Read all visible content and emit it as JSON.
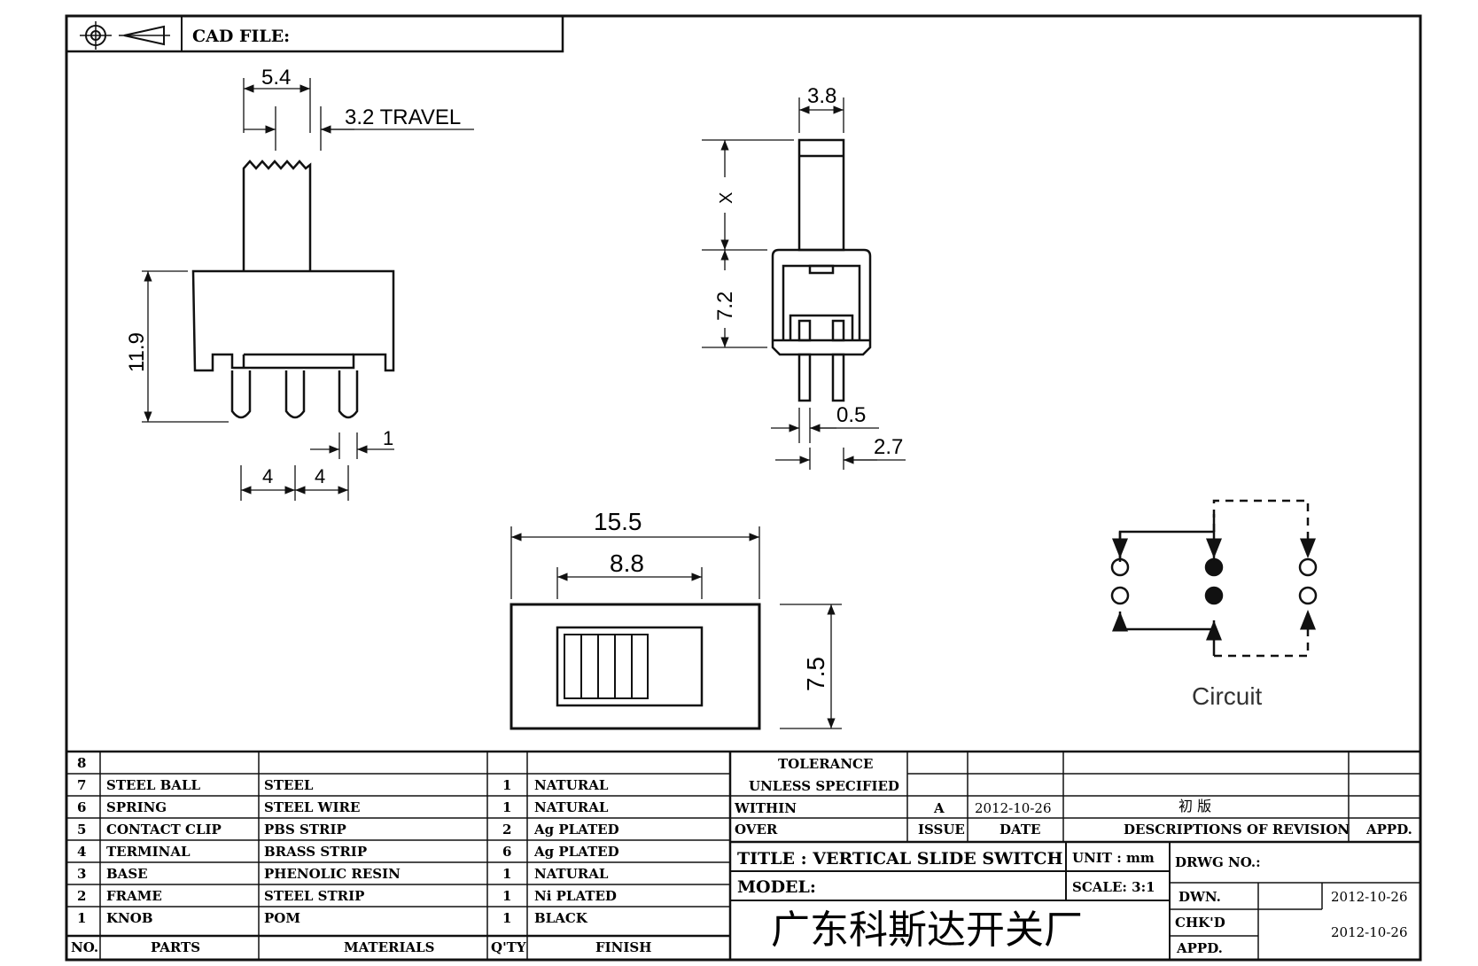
{
  "header": {
    "cad_file_label": "CAD FILE:"
  },
  "side_view": {
    "dim_width": "5.4",
    "dim_travel": "3.2 TRAVEL",
    "dim_height": "11.9",
    "dim_pin_width": "1",
    "dim_pitch_1": "4",
    "dim_pitch_2": "4"
  },
  "end_view": {
    "dim_knob_width": "3.8",
    "dim_knob_height": "X",
    "dim_body_height": "7.2",
    "dim_pin_thickness": "0.5",
    "dim_pin_spacing": "2.7"
  },
  "top_view": {
    "dim_length": "15.5",
    "dim_slot": "8.8",
    "dim_width": "7.5"
  },
  "circuit": {
    "label": "Circuit"
  },
  "parts_table": {
    "rows": [
      {
        "no": "8",
        "part": "",
        "material": "",
        "qty": "",
        "finish": ""
      },
      {
        "no": "7",
        "part": "STEEL BALL",
        "material": "STEEL",
        "qty": "1",
        "finish": "NATURAL"
      },
      {
        "no": "6",
        "part": "SPRING",
        "material": "STEEL WIRE",
        "qty": "1",
        "finish": "NATURAL"
      },
      {
        "no": "5",
        "part": "CONTACT CLIP",
        "material": "PBS STRIP",
        "qty": "2",
        "finish": "Ag PLATED"
      },
      {
        "no": "4",
        "part": "TERMINAL",
        "material": "BRASS STRIP",
        "qty": "6",
        "finish": "Ag PLATED"
      },
      {
        "no": "3",
        "part": "BASE",
        "material": "PHENOLIC RESIN",
        "qty": "1",
        "finish": "NATURAL"
      },
      {
        "no": "2",
        "part": "FRAME",
        "material": "STEEL STRIP",
        "qty": "1",
        "finish": "Ni PLATED"
      },
      {
        "no": "1",
        "part": "KNOB",
        "material": "POM",
        "qty": "1",
        "finish": "BLACK"
      }
    ],
    "headers": {
      "no": "NO.",
      "part": "PARTS",
      "material": "MATERIALS",
      "qty": "Q'TY",
      "finish": "FINISH"
    }
  },
  "title_block": {
    "tolerance_line1": "TOLERANCE",
    "tolerance_line2": "UNLESS   SPECIFIED",
    "within": "WITHIN",
    "over": "OVER",
    "issue_value": "A",
    "date_value": "2012-10-26",
    "revision_desc": "初 版",
    "issue_label": "ISSUE",
    "date_label": "DATE",
    "desc_label": "DESCRIPTIONS  OF  REVISION",
    "appd_label": "APPD.",
    "title": "TITLE :   VERTICAL  SLIDE  SWITCH",
    "unit": "UNIT :   mm",
    "drwg_no": "DRWG  NO.:",
    "model": "MODEL:",
    "scale": "SCALE:  3:1",
    "dwn_label": "DWN.",
    "dwn_date": "2012-10-26",
    "chkd_label": "CHK'D",
    "appd2_label": "APPD.",
    "chk_date": "2012-10-26",
    "company": "广东科斯达开关厂"
  }
}
